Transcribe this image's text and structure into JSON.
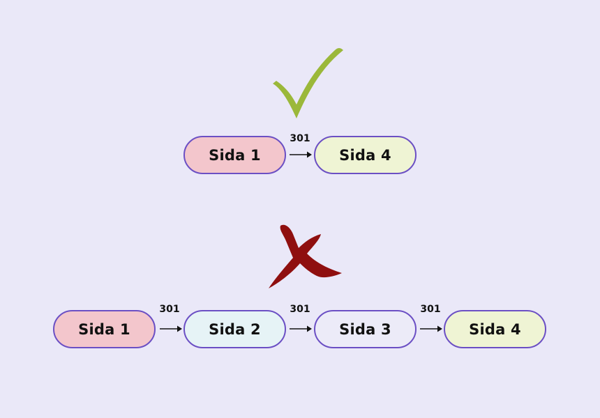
{
  "colors": {
    "background": "#eae8f8",
    "node_border": "#6b4fc4",
    "check": "#9bb83a",
    "cross": "#8f0f0f",
    "fill_start": "#f3c6cc",
    "fill_mid": "#e6f3f6",
    "fill_plain": "#ecebf8",
    "fill_end": "#eff4d4"
  },
  "icons": {
    "correct": "checkmark-icon",
    "incorrect": "cross-icon",
    "connector": "arrow-right-icon"
  },
  "good_chain": {
    "nodes": [
      {
        "label": "Sida 1",
        "fill": "#f3c6cc"
      },
      {
        "label": "Sida 4",
        "fill": "#eff4d4"
      }
    ],
    "redirects": [
      {
        "code": "301"
      }
    ]
  },
  "bad_chain": {
    "nodes": [
      {
        "label": "Sida 1",
        "fill": "#f3c6cc"
      },
      {
        "label": "Sida 2",
        "fill": "#e6f3f6"
      },
      {
        "label": "Sida 3",
        "fill": "#ecebf8"
      },
      {
        "label": "Sida 4",
        "fill": "#eff4d4"
      }
    ],
    "redirects": [
      {
        "code": "301"
      },
      {
        "code": "301"
      },
      {
        "code": "301"
      }
    ]
  }
}
